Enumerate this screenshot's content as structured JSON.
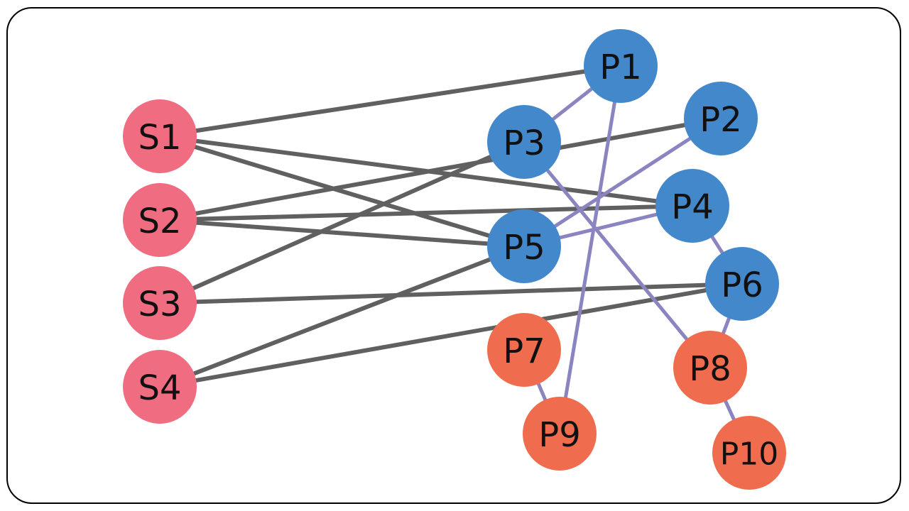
{
  "diagram": {
    "type": "graph",
    "colors": {
      "source_node": "#f06c80",
      "blue_node": "#4488cc",
      "orange_node": "#f06c4e",
      "gray_edge": "#606060",
      "purple_edge": "#8a84c0"
    },
    "nodes": [
      {
        "id": "S1",
        "label": "S1",
        "group": "source"
      },
      {
        "id": "S2",
        "label": "S2",
        "group": "source"
      },
      {
        "id": "S3",
        "label": "S3",
        "group": "source"
      },
      {
        "id": "S4",
        "label": "S4",
        "group": "source"
      },
      {
        "id": "P1",
        "label": "P1",
        "group": "blue"
      },
      {
        "id": "P2",
        "label": "P2",
        "group": "blue"
      },
      {
        "id": "P3",
        "label": "P3",
        "group": "blue"
      },
      {
        "id": "P4",
        "label": "P4",
        "group": "blue"
      },
      {
        "id": "P5",
        "label": "P5",
        "group": "blue"
      },
      {
        "id": "P6",
        "label": "P6",
        "group": "blue"
      },
      {
        "id": "P7",
        "label": "P7",
        "group": "orange"
      },
      {
        "id": "P8",
        "label": "P8",
        "group": "orange"
      },
      {
        "id": "P9",
        "label": "P9",
        "group": "orange"
      },
      {
        "id": "P10",
        "label": "P10",
        "group": "orange"
      }
    ],
    "edges": [
      {
        "from": "S1",
        "to": "P1",
        "kind": "gray"
      },
      {
        "from": "S1",
        "to": "P4",
        "kind": "gray"
      },
      {
        "from": "S1",
        "to": "P5",
        "kind": "gray"
      },
      {
        "from": "S2",
        "to": "P2",
        "kind": "gray"
      },
      {
        "from": "S2",
        "to": "P4",
        "kind": "gray"
      },
      {
        "from": "S2",
        "to": "P5",
        "kind": "gray"
      },
      {
        "from": "S3",
        "to": "P3",
        "kind": "gray"
      },
      {
        "from": "S3",
        "to": "P6",
        "kind": "gray"
      },
      {
        "from": "S4",
        "to": "P5",
        "kind": "gray"
      },
      {
        "from": "S4",
        "to": "P6",
        "kind": "gray"
      },
      {
        "from": "P1",
        "to": "P3",
        "kind": "purple"
      },
      {
        "from": "P1",
        "to": "P9",
        "kind": "purple"
      },
      {
        "from": "P2",
        "to": "P5",
        "kind": "purple"
      },
      {
        "from": "P3",
        "to": "P8",
        "kind": "purple"
      },
      {
        "from": "P4",
        "to": "P5",
        "kind": "purple"
      },
      {
        "from": "P4",
        "to": "P6",
        "kind": "purple"
      },
      {
        "from": "P6",
        "to": "P8",
        "kind": "purple"
      },
      {
        "from": "P7",
        "to": "P9",
        "kind": "purple"
      },
      {
        "from": "P8",
        "to": "P10",
        "kind": "purple"
      }
    ]
  }
}
